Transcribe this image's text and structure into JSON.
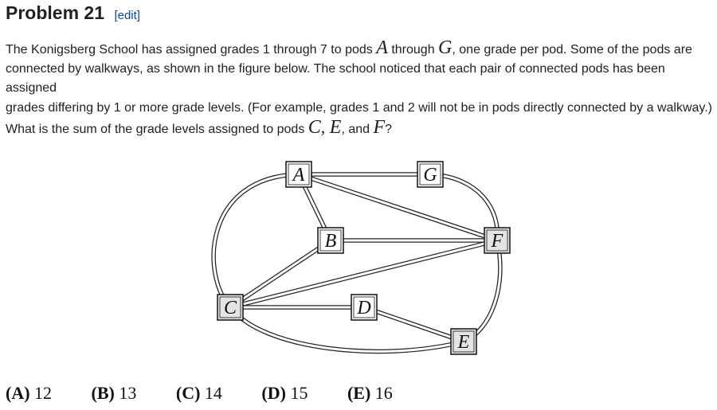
{
  "heading": {
    "title": "Problem 21",
    "edit_label": "[edit]"
  },
  "problem": {
    "p1_a": "The Konigsberg School has assigned grades 1 through 7 to pods ",
    "var_first": "A",
    "p1_b": " through ",
    "var_last": "G",
    "p1_c": ", one grade per pod. Some of the pods are connected by walkways, as shown in the figure below. The school noticed that each pair of connected pods has been assigned",
    "p2_a": "grades differing by 1 or more grade levels. (For example, grades 1 and 2 will not be in pods directly connected by a walkway.) What is the sum of the grade levels assigned to pods ",
    "var_c": "C",
    "comma1": ", ",
    "var_e": "E",
    "p2_b": ", and ",
    "var_f": "F",
    "p2_c": "?"
  },
  "figure": {
    "nodes": [
      {
        "id": "A",
        "label": "A",
        "fill": "#ffffff"
      },
      {
        "id": "G",
        "label": "G",
        "fill": "#ffffff"
      },
      {
        "id": "B",
        "label": "B",
        "fill": "#ffffff"
      },
      {
        "id": "F",
        "label": "F",
        "fill": "#e4e4e4"
      },
      {
        "id": "C",
        "label": "C",
        "fill": "#e4e4e4"
      },
      {
        "id": "D",
        "label": "D",
        "fill": "#ffffff"
      },
      {
        "id": "E",
        "label": "E",
        "fill": "#e4e4e4"
      }
    ],
    "edges": [
      [
        "A",
        "G"
      ],
      [
        "A",
        "F"
      ],
      [
        "A",
        "B"
      ],
      [
        "B",
        "F"
      ],
      [
        "B",
        "C"
      ],
      [
        "C",
        "F"
      ],
      [
        "C",
        "D"
      ],
      [
        "D",
        "E"
      ],
      [
        "A",
        "C"
      ],
      [
        "G",
        "F"
      ],
      [
        "F",
        "E"
      ],
      [
        "C",
        "E"
      ]
    ]
  },
  "choices": [
    {
      "letter": "(A)",
      "value": "12"
    },
    {
      "letter": "(B)",
      "value": "13"
    },
    {
      "letter": "(C)",
      "value": "14"
    },
    {
      "letter": "(D)",
      "value": "15"
    },
    {
      "letter": "(E)",
      "value": "16"
    }
  ]
}
